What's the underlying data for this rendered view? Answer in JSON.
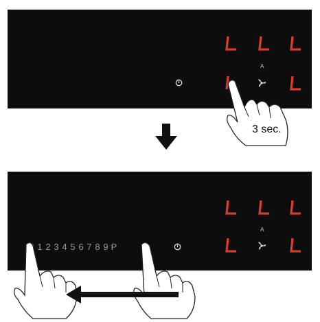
{
  "top_panel": {
    "level_displays": [
      "L",
      "L",
      "L",
      "L",
      "L"
    ],
    "auto_indicator": "A"
  },
  "bottom_panel": {
    "level_displays": [
      "L",
      "L",
      "L",
      "L",
      "L"
    ],
    "auto_indicator": "A",
    "slider_digits": [
      "0",
      "1",
      "2",
      "3",
      "4",
      "5",
      "6",
      "7",
      "8",
      "9",
      "P"
    ]
  },
  "instruction": {
    "hold_duration": "3 sec."
  },
  "icons": [
    "power-icon",
    "fan-icon",
    "hand-icon",
    "arrow-down-icon",
    "arrow-left-icon"
  ]
}
